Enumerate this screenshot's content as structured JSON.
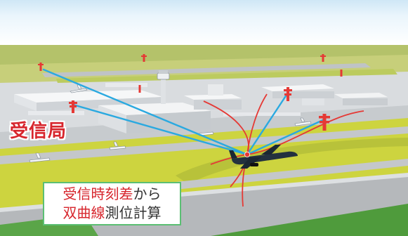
{
  "receiver_station": {
    "label": "受信局"
  },
  "caption": {
    "line1": [
      {
        "text": "受信時刻差",
        "style": "highlight"
      },
      {
        "text": "から",
        "style": "plain"
      }
    ],
    "line2": [
      {
        "text": "双曲線",
        "style": "highlight"
      },
      {
        "text": "測位計算",
        "style": "plain"
      }
    ]
  },
  "colors": {
    "highlight_text": "#d7262d",
    "caption_border": "#5bbf73",
    "signal_line": "#2aa9e0",
    "hyperbola": "#e53935",
    "antenna": "#e53935",
    "grass": "#c9d24a",
    "runway": "#b5b8bb"
  },
  "icons": [
    "antenna-icon",
    "aircraft-icon",
    "control-tower-icon"
  ]
}
